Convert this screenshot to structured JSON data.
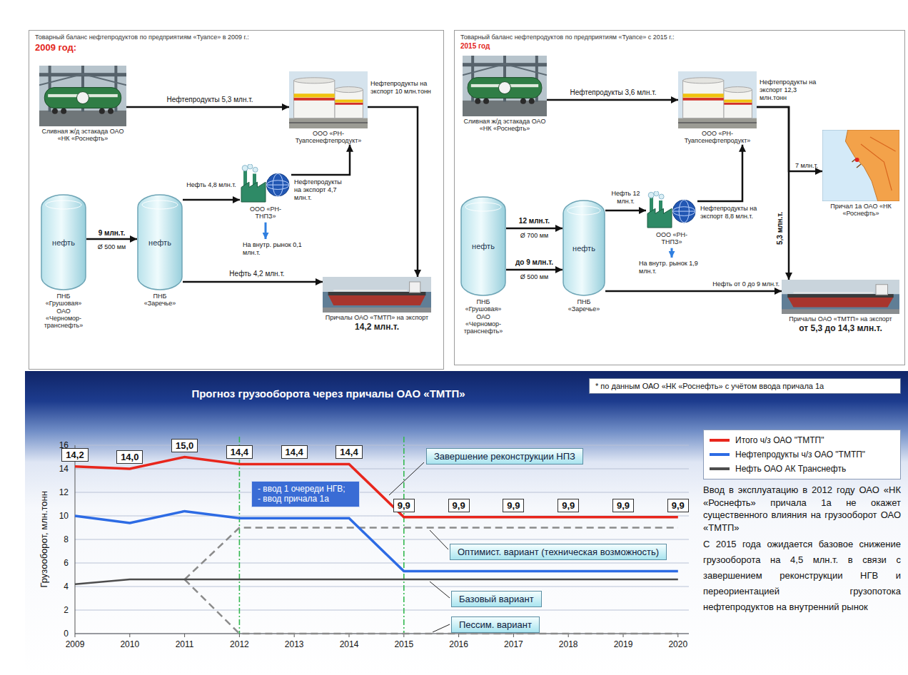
{
  "diagram": {
    "nodes": [
      {
        "text": [
          "Товарный баланс нефтепродуктов по предприятиям «Туапсе» в 2009 г.:",
          "2009 год:"
        ]
      },
      {
        "text": [
          "Сливная ж/д эстакада ОАО «НК «Роснефть»"
        ],
        "in": 0
      },
      {
        "text": [
          "ООО «РН-Туапсенефтепродукт»"
        ],
        "in": 0
      },
      {
        "text": [
          "ООО «РН-ТНПЗ»"
        ],
        "in": 0
      },
      {
        "text": [
          "нефть",
          "ПНБ «Грушовая» ОАО «Черномор-транснефть»"
        ],
        "in": 0
      },
      {
        "text": [
          "нефть",
          "ПНБ «Заречье»"
        ],
        "in": 0
      },
      {
        "text": [
          "Причалы ОАО «ТМТП» на экспорт",
          "14,2 млн.т."
        ],
        "in": 0
      },
      {
        "text": [
          "Товарный баланс нефтепродуктов по предприятиям «Туапсе» с 2015 г.:",
          "2015 год"
        ]
      },
      {
        "text": [
          "Сливная ж/д эстакада ОАО «НК «Роснефть»"
        ],
        "in": 7
      },
      {
        "text": [
          "ООО «РН-Туапсенефтепродукт»"
        ],
        "in": 7
      },
      {
        "text": [
          "Причал 1а ОАО «НК «Роснефть»"
        ],
        "in": 7
      },
      {
        "text": [
          "ООО «РН-ТНПЗ»"
        ],
        "in": 7
      },
      {
        "text": [
          "нефть",
          "ПНБ «Грушовая» ОАО «Черномор-транснефть»"
        ],
        "in": 7
      },
      {
        "text": [
          "нефть",
          "ПНБ «Заречье»"
        ],
        "in": 7
      },
      {
        "text": [
          "Причалы ОАО «ТМТП» на экспорт",
          "от 5,3 до 14,3 млн.т."
        ],
        "in": 7
      },
      {
        "text": [
          "* по данным ОАО «НК «Роснефть» с учётом ввода причала 1а"
        ]
      },
      {
        "text": [
          "14,2"
        ]
      },
      {
        "text": [
          "14,0"
        ]
      },
      {
        "text": [
          "15,0"
        ]
      },
      {
        "text": [
          "14,4"
        ]
      },
      {
        "text": [
          "14,4"
        ]
      },
      {
        "text": [
          "14,4"
        ]
      },
      {
        "text": [
          "9,9"
        ]
      },
      {
        "text": [
          "9,9"
        ]
      },
      {
        "text": [
          "9,9"
        ]
      },
      {
        "text": [
          "9,9"
        ]
      },
      {
        "text": [
          "9,9"
        ]
      },
      {
        "text": [
          "9,9"
        ]
      },
      {
        "text": [
          "Завершение реконструкции НПЗ"
        ]
      },
      {
        "text": [
          "- ввод 1 очереди НГВ;",
          "- ввод причала 1а"
        ]
      },
      {
        "text": [
          "Оптимист. вариант (техническая возможность)"
        ]
      },
      {
        "text": [
          "Базовый вариант"
        ]
      },
      {
        "text": [
          "Пессим. вариант"
        ]
      }
    ],
    "edges": [
      {
        "from": 1,
        "to": 2,
        "arrow": "to",
        "label": "Нефтепродукты 5,3 млн.т."
      },
      {
        "from": 4,
        "to": 5,
        "arrow": "to",
        "label": "9 млн.т."
      },
      {
        "from": 5,
        "to": 3,
        "arrow": "to",
        "label": "Нефть 4,8 млн.т."
      },
      {
        "from": 3,
        "to": 2,
        "arrow": "to",
        "label": "Нефтепродукты на экспорт 4,7 млн.т."
      },
      {
        "from": 5,
        "to": 6,
        "arrow": "to",
        "label": "Нефть 4,2 млн.т."
      },
      {
        "from": 2,
        "to": 6,
        "arrow": "to",
        "label": "Нефтепродукты на экспорт 10 млн.тонн"
      },
      {
        "from": 8,
        "to": 9,
        "arrow": "to",
        "label": "Нефтепродукты 3,6 млн.т."
      },
      {
        "from": 12,
        "to": 13,
        "arrow": "to",
        "label": "12 млн.т."
      },
      {
        "from": 12,
        "to": 13,
        "arrow": "to",
        "label": "до 9 млн.т."
      },
      {
        "from": 13,
        "to": 11,
        "arrow": "to",
        "label": "Нефть 12 млн.т."
      },
      {
        "from": 11,
        "to": 9,
        "arrow": "to",
        "label": "Нефтепродукты на экспорт 8,8 млн.т."
      },
      {
        "from": 9,
        "to": 10,
        "arrow": "to",
        "label": "7 млн.т."
      },
      {
        "from": 9,
        "to": 14,
        "arrow": "to",
        "label": "5,3 млн.т."
      },
      {
        "from": 13,
        "to": 14,
        "arrow": "to",
        "label": "Нефть от 0 до 9 млн.т."
      }
    ],
    "labels": [
      "Ø 500 мм",
      "На внутр. рынок 0,1 млн.т.",
      "Нефтепродукты на экспорт 12,3 млн.тонн",
      "Ø 700 мм",
      "Ø 500 мм",
      "На внутр. рынок 1,9 млн.т.",
      "Прогноз грузооборота через причалы ОАО «ТМТП»",
      "Грузооборот, млн.тонн",
      "16",
      "14",
      "12",
      "10",
      "8",
      "6",
      "4",
      "2",
      "0",
      "2009",
      "2010",
      "2011",
      "2012",
      "2013",
      "2014",
      "2015",
      "2016",
      "2017",
      "2018",
      "2019",
      "2020",
      "Ввод в эксплуатацию в 2012 году ОАО «НК «Роснефть» причала 1а не окажет существенного влияния на грузооборот ОАО «ТМТП»",
      "С 2015 года ожидается базовое снижение грузооборота на 4,5 млн.т. в связи с завершением реконструкции НГВ и переориентацией грузопотока нефтепродуктов на внутренний рынок"
    ],
    "legend": [
      {
        "text": "Итого ч/з ОАО \"ТМТП\"",
        "color": "#e8261c"
      },
      {
        "text": "Нефтепродукты ч/з ОАО \"ТМТП\"",
        "color": "#2d6be4"
      },
      {
        "text": "Нефть ОАО АК Транснефть",
        "color": "#4d4d4d"
      }
    ]
  }
}
